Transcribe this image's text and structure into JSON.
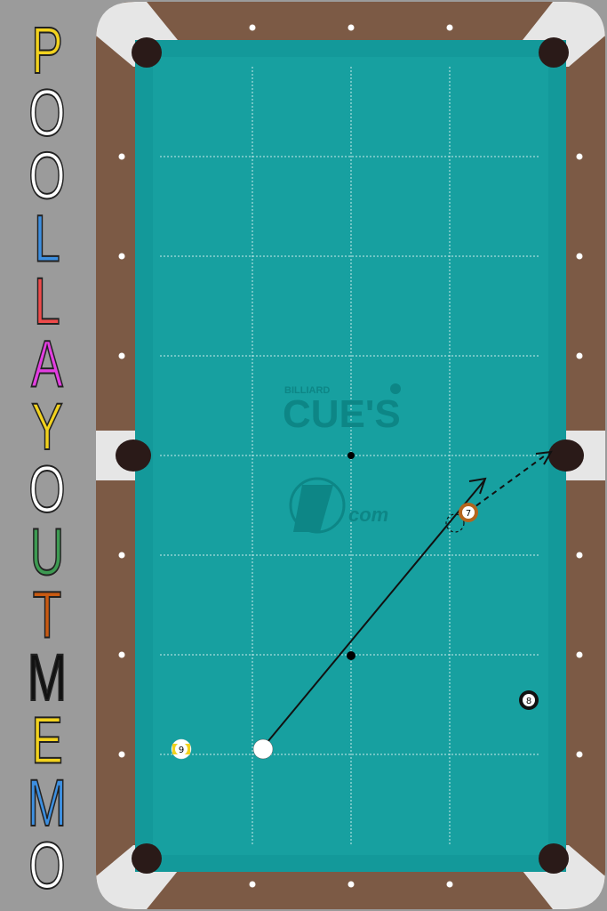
{
  "sidebar": {
    "title_letters": [
      {
        "char": "P",
        "color": "#f2d21e"
      },
      {
        "char": "O",
        "color": "#ffffff"
      },
      {
        "char": "O",
        "color": "#ffffff"
      },
      {
        "char": "L",
        "color": "#3d8fe0"
      },
      {
        "char": "L",
        "color": "#ef4b4b"
      },
      {
        "char": "A",
        "color": "#e23ee0"
      },
      {
        "char": "Y",
        "color": "#f2d21e"
      },
      {
        "char": "O",
        "color": "#ffffff"
      },
      {
        "char": "U",
        "color": "#3d9a52"
      },
      {
        "char": "T",
        "color": "#c95a12"
      },
      {
        "char": "M",
        "color": "#111111"
      },
      {
        "char": "E",
        "color": "#f2d21e"
      },
      {
        "char": "M",
        "color": "#3d8fe0"
      },
      {
        "char": "O",
        "color": "#ffffff"
      }
    ]
  },
  "table": {
    "colors": {
      "rail": "#7c5a45",
      "cloth": "#17a0a0",
      "cushion": "#13999a",
      "corner": "#e6e6e6",
      "pocket": "#2a1a18",
      "grid": "#c9eaea"
    },
    "logo": {
      "small_text": "BILLIARD",
      "big_text": "CUE'S",
      "sub_text": "com"
    },
    "balls": [
      {
        "name": "cue-ball",
        "label": "",
        "fill": "#ffffff"
      },
      {
        "name": "ball-7",
        "label": "7",
        "fill": "#ffffff",
        "ring": "#b5651d"
      },
      {
        "name": "ball-8",
        "label": "8",
        "fill": "#ffffff",
        "ring": "#111111"
      },
      {
        "name": "ball-9",
        "label": "9",
        "fill": "#ffffff",
        "ring": "#f2d21e"
      }
    ]
  }
}
